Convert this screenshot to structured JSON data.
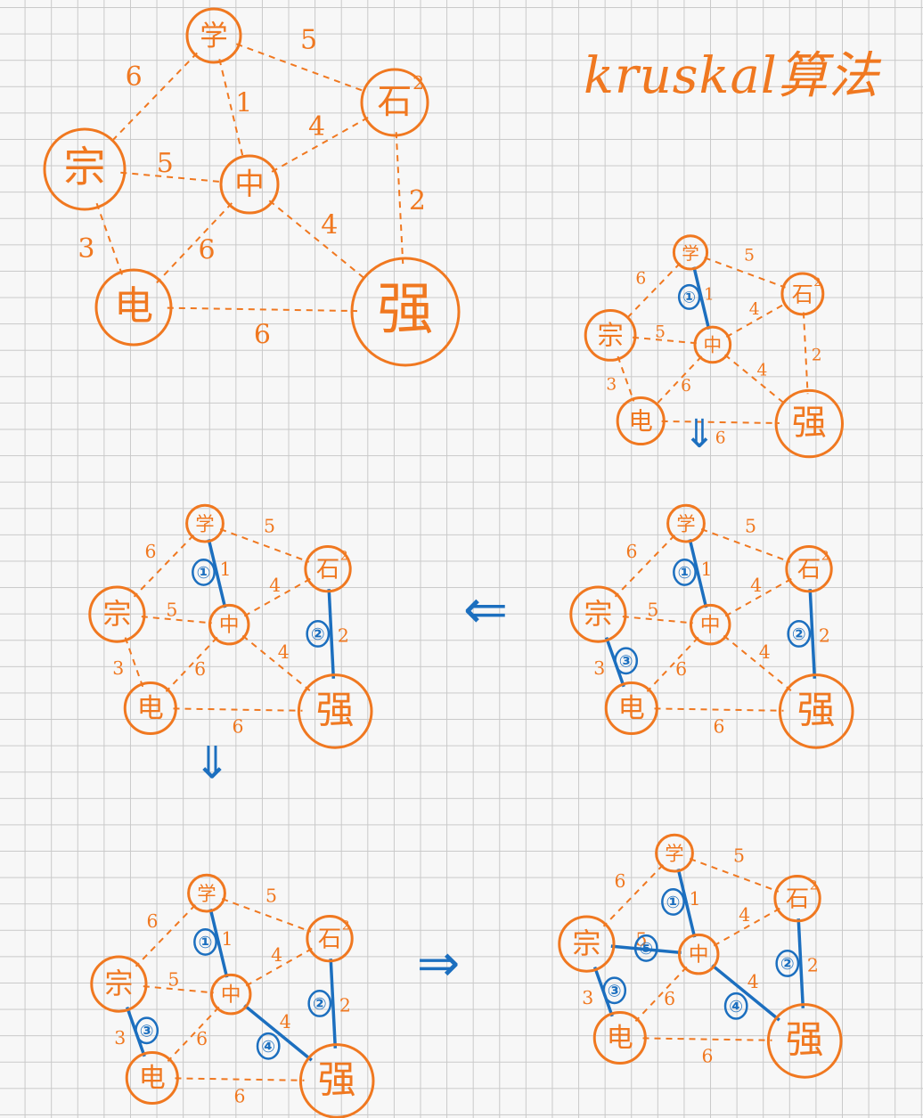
{
  "title": "kruskal算法",
  "nodes": [
    {
      "id": "xue",
      "label": "学",
      "superscript": ""
    },
    {
      "id": "shi",
      "label": "石",
      "superscript": "2"
    },
    {
      "id": "zhong",
      "label": "中",
      "superscript": ""
    },
    {
      "id": "zong",
      "label": "宗",
      "superscript": ""
    },
    {
      "id": "dian",
      "label": "电",
      "superscript": ""
    },
    {
      "id": "qiang",
      "label": "强",
      "superscript": ""
    }
  ],
  "edges": [
    {
      "id": "xue-zong",
      "from": "xue",
      "to": "zong",
      "weight": "6"
    },
    {
      "id": "xue-shi",
      "from": "xue",
      "to": "shi",
      "weight": "5"
    },
    {
      "id": "xue-zhong",
      "from": "xue",
      "to": "zhong",
      "weight": "1"
    },
    {
      "id": "zong-zhong",
      "from": "zong",
      "to": "zhong",
      "weight": "5"
    },
    {
      "id": "zhong-shi",
      "from": "zhong",
      "to": "shi",
      "weight": "4"
    },
    {
      "id": "zhong-qiang",
      "from": "zhong",
      "to": "qiang",
      "weight": "4"
    },
    {
      "id": "shi-qiang",
      "from": "shi",
      "to": "qiang",
      "weight": "2"
    },
    {
      "id": "zong-dian",
      "from": "zong",
      "to": "dian",
      "weight": "3"
    },
    {
      "id": "zhong-dian",
      "from": "zhong",
      "to": "dian",
      "weight": "6"
    },
    {
      "id": "dian-qiang",
      "from": "dian",
      "to": "qiang",
      "weight": "6"
    }
  ],
  "step_labels": [
    "①",
    "②",
    "③",
    "④",
    "⑤"
  ],
  "panels": [
    {
      "name": "original-graph",
      "selected": []
    },
    {
      "name": "step-1",
      "selected": [
        {
          "edge": "xue-zhong",
          "step": 0
        }
      ]
    },
    {
      "name": "step-2",
      "selected": [
        {
          "edge": "xue-zhong",
          "step": 0
        },
        {
          "edge": "shi-qiang",
          "step": 1
        }
      ]
    },
    {
      "name": "step-3",
      "selected": [
        {
          "edge": "xue-zhong",
          "step": 0
        },
        {
          "edge": "shi-qiang",
          "step": 1
        },
        {
          "edge": "zong-dian",
          "step": 2
        }
      ]
    },
    {
      "name": "step-4",
      "selected": [
        {
          "edge": "xue-zhong",
          "step": 0
        },
        {
          "edge": "shi-qiang",
          "step": 1
        },
        {
          "edge": "zong-dian",
          "step": 2
        },
        {
          "edge": "zhong-qiang",
          "step": 3
        }
      ]
    },
    {
      "name": "step-5",
      "selected": [
        {
          "edge": "xue-zhong",
          "step": 0
        },
        {
          "edge": "shi-qiang",
          "step": 1
        },
        {
          "edge": "zong-dian",
          "step": 2
        },
        {
          "edge": "zhong-qiang",
          "step": 3
        },
        {
          "edge": "zong-zhong",
          "step": 4
        }
      ]
    }
  ],
  "arrows": [
    {
      "name": "arrow-down-1",
      "direction": "down",
      "symbol": "⇓"
    },
    {
      "name": "arrow-left",
      "direction": "left",
      "symbol": "⇐"
    },
    {
      "name": "arrow-down-2",
      "direction": "down",
      "symbol": "⇓"
    },
    {
      "name": "arrow-right",
      "direction": "right",
      "symbol": "⇒"
    }
  ]
}
